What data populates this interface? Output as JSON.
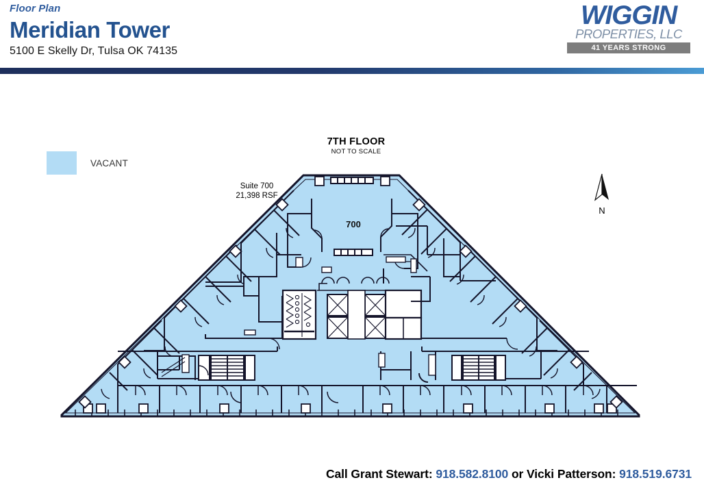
{
  "header": {
    "eyebrow": "Floor Plan",
    "title": "Meridian Tower",
    "address": "5100 E Skelly Dr,  Tulsa OK  74135",
    "rule_color_left": "#1e2f5c",
    "rule_color_right": "#4a9bd4"
  },
  "logo": {
    "brand": "WIGGIN",
    "subtitle": "PROPERTIES, LLC",
    "tagline": "41 YEARS STRONG",
    "brand_color": "#2f5c9e",
    "subtitle_color": "#7d8fa6",
    "tagline_bg": "#7d7d7d"
  },
  "legend": {
    "items": [
      {
        "label": "VACANT",
        "color": "#b3dcf5"
      }
    ]
  },
  "plan": {
    "floor_label": "7TH FLOOR",
    "scale_note": "NOT TO SCALE",
    "suite_name": "Suite 700",
    "suite_area": "21,398 RSF",
    "suite_number": "700",
    "north_label": "N",
    "vacant_fill": "#b3dcf5",
    "wall_color": "#1a1a2e",
    "core_fill": "#ffffff"
  },
  "footer": {
    "prefix": "Call Grant Stewart: ",
    "phone1": "918.582.8100",
    "middle": " or Vicki Patterson: ",
    "phone2": "918.519.6731",
    "phone_color": "#2f5c9e"
  }
}
